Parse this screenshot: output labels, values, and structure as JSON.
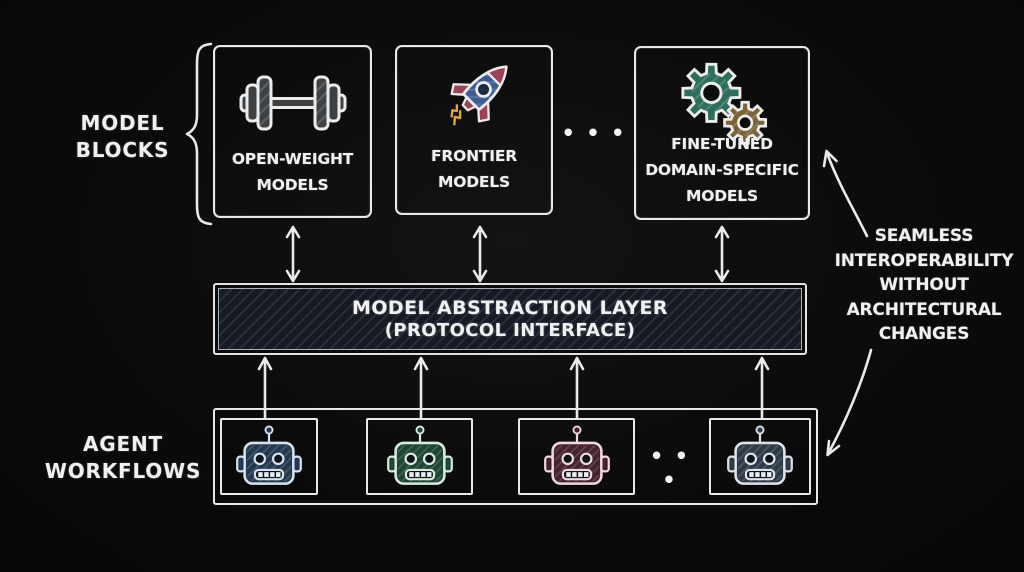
{
  "canvas": {
    "background": "#0b0b0c",
    "ink": "#f1f1f1"
  },
  "labels": {
    "model_blocks": "MODEL\nBLOCKS",
    "agent_workflows": "AGENT\nWORKFLOWS"
  },
  "model_blocks": {
    "boxes": [
      {
        "label": "OPEN-WEIGHT\nMODELS",
        "icon": "dumbbell-icon"
      },
      {
        "label": "FRONTIER\nMODELS",
        "icon": "rocket-icon"
      },
      {
        "label": "FINE-TUNED\nDOMAIN-SPECIFIC\nMODELS",
        "icon": "gears-icon"
      }
    ],
    "ellipsis": "•  •  •"
  },
  "abstraction_layer": {
    "title": "MODEL ABSTRACTION LAYER",
    "subtitle": "(PROTOCOL INTERFACE)"
  },
  "agent_workflows": {
    "robots": [
      {
        "name": "robot-blue",
        "fill": "#24384e",
        "stroke": "#d5e3f0"
      },
      {
        "name": "robot-green",
        "fill": "#1f4634",
        "stroke": "#d8ecdf"
      },
      {
        "name": "robot-maroon",
        "fill": "#44222e",
        "stroke": "#f0d8de"
      },
      {
        "name": "robot-slate",
        "fill": "#2e3a46",
        "stroke": "#dde5ec"
      }
    ],
    "ellipsis": "•  •  •"
  },
  "annotation": {
    "text": "SEAMLESS\nINTEROPERABILITY\nWITHOUT\nARCHITECTURAL\nCHANGES"
  },
  "icon_colors": {
    "dumbbell_fill": "#3d4144",
    "rocket_body": "#3b5c95",
    "rocket_accent": "#9c4356",
    "rocket_flame": "#e2a43e",
    "gear_large": "#2e6e5c",
    "gear_small": "#7a6435",
    "outline": "#ececec"
  }
}
